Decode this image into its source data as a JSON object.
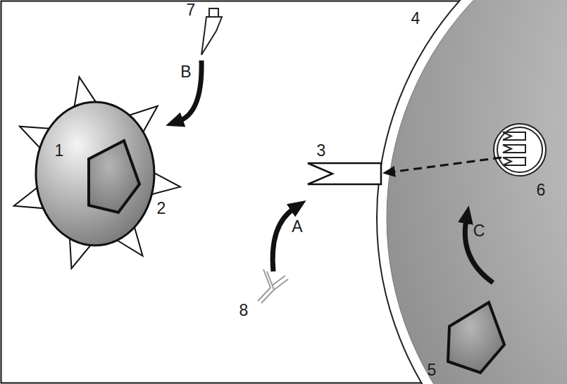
{
  "diagram": {
    "labels": [
      "7",
      "4",
      "B",
      "1",
      "3",
      "6",
      "2",
      "A",
      "C",
      "8",
      "5"
    ]
  }
}
